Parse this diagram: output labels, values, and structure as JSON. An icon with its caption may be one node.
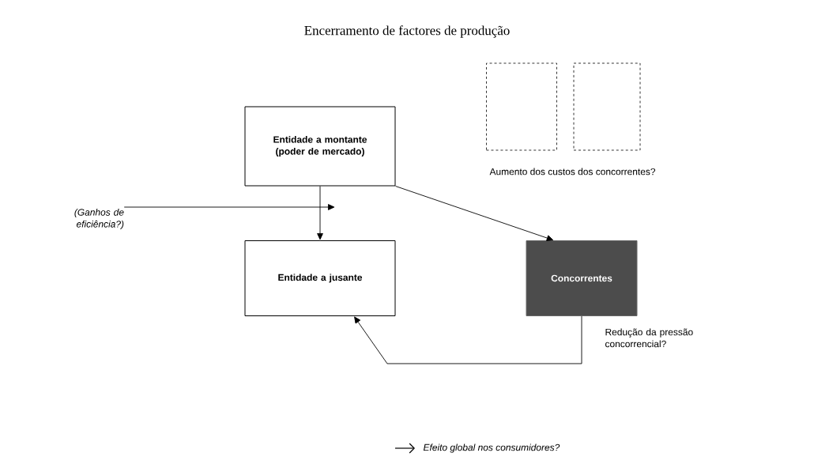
{
  "diagram": {
    "title": "Encerramento de factores de produção",
    "nodes": [
      {
        "text": [
          "Entidade a montante (poder de mercado)"
        ]
      },
      {
        "text": [
          "(Ganhos de eficiência?)"
        ]
      },
      {
        "text": [
          "Entidade a jusante"
        ]
      },
      {
        "text": [],
        "shape": "box"
      },
      {
        "text": [],
        "shape": "box"
      },
      {
        "text": [
          "Concorrentes"
        ],
        "beside": [
          "Redução da pressão concorrencial?"
        ]
      }
    ],
    "edges": [
      {
        "from": 0,
        "to": 2,
        "arrow": "to"
      },
      {
        "from": 1,
        "to": null,
        "arrow": "to"
      },
      {
        "from": 0,
        "to": 5,
        "arrow": "to"
      },
      {
        "from": 5,
        "to": 2,
        "arrow": "to"
      }
    ],
    "labels": [
      "Aumento dos custos dos concorrentes?"
    ],
    "legend": [
      {
        "text": "Efeito global nos consumidores?"
      }
    ]
  }
}
